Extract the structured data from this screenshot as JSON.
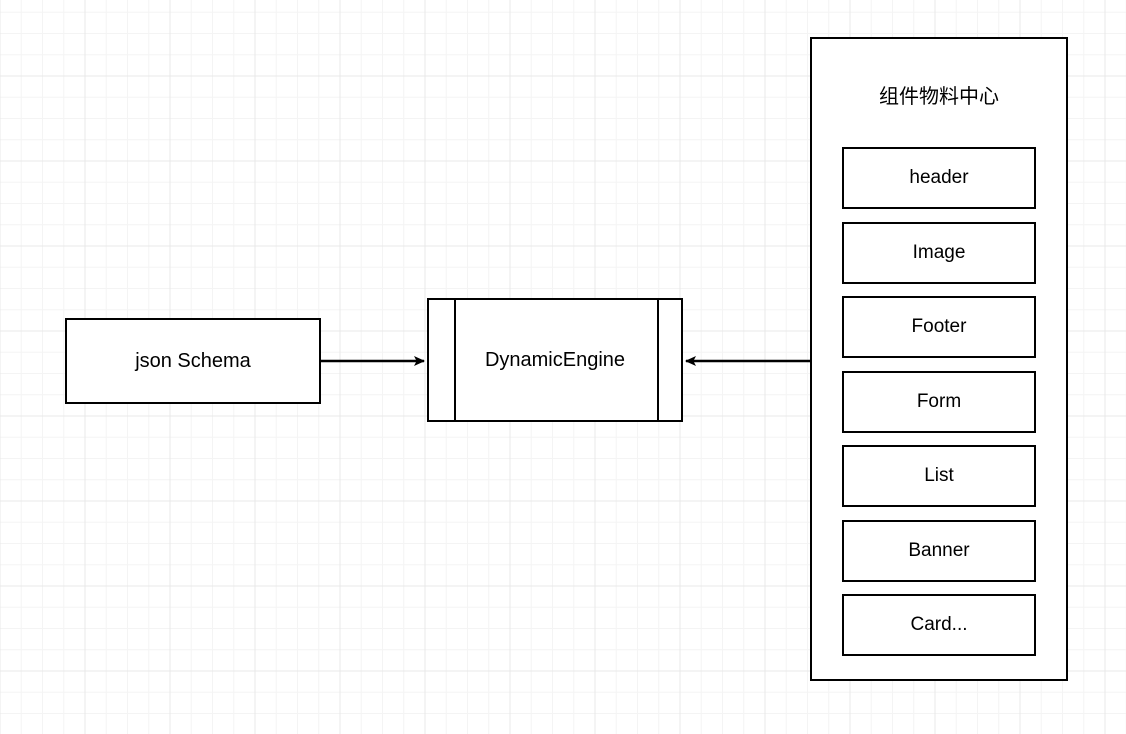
{
  "diagram": {
    "title": "DynamicEngine architecture diagram",
    "background": {
      "grid": "graph-paper",
      "minor_color": "#f4f4f4",
      "major_color": "#e8e8e8",
      "page_color": "#ffffff"
    },
    "stroke_color": "#000000",
    "nodes": {
      "json_schema": {
        "label": "json Schema",
        "shape": "rectangle"
      },
      "dynamic_engine": {
        "label": "DynamicEngine",
        "shape": "predefined-process"
      },
      "material_center": {
        "title": "组件物料中心",
        "shape": "container"
      }
    },
    "components": [
      {
        "label": "header"
      },
      {
        "label": "Image"
      },
      {
        "label": "Footer"
      },
      {
        "label": "Form"
      },
      {
        "label": "List"
      },
      {
        "label": "Banner"
      },
      {
        "label": "Card..."
      }
    ],
    "edges": [
      {
        "id": "schema-to-engine",
        "from": "json Schema",
        "to": "DynamicEngine",
        "direction": "right",
        "arrowhead": "filled-triangle"
      },
      {
        "id": "materials-to-engine",
        "from": "组件物料中心",
        "to": "DynamicEngine",
        "direction": "left",
        "arrowhead": "filled-triangle"
      }
    ]
  }
}
